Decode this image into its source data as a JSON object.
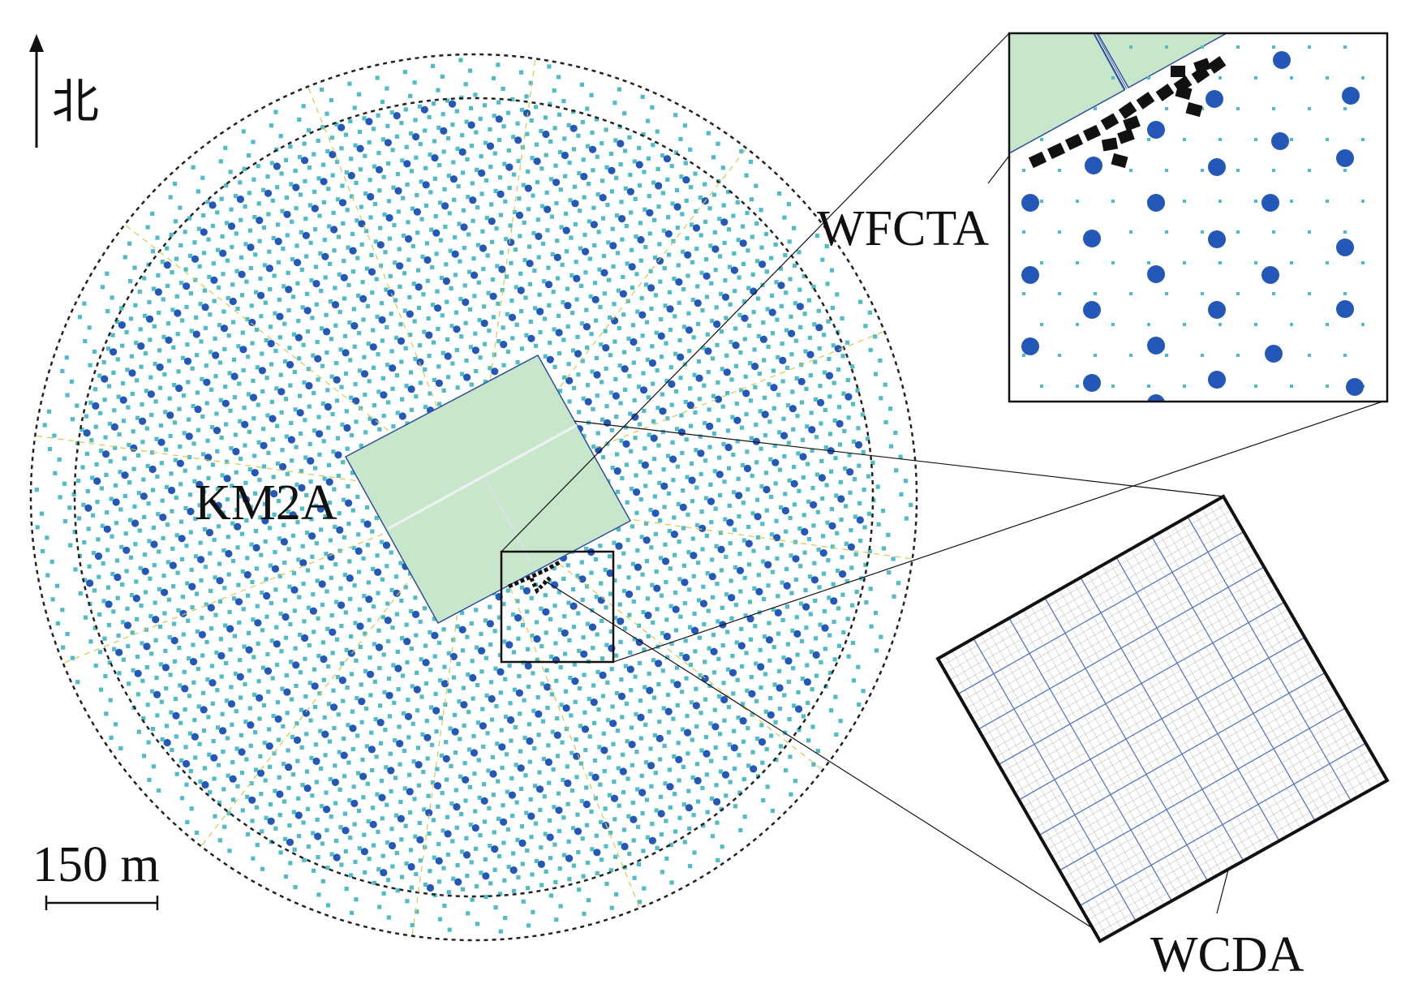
{
  "labels": {
    "north": "北",
    "scale": "150 m",
    "km2a": "KM2A",
    "wfcta": "WFCTA",
    "wcda": "WCDA"
  },
  "colors": {
    "muon_detector": "#2458b8",
    "electromagnetic_detector": "#4fbcc8",
    "wcda_fill": "#c8e6c9",
    "wcda_edge": "#2a4fa0",
    "sector_line": "#d4c84a",
    "boundary": "#222222",
    "wfcta_telescope": "#111111",
    "grid_major": "#5577c8",
    "grid_minor": "#aaaaaa"
  },
  "icons": {
    "north_arrow": "arrow-up-icon"
  }
}
